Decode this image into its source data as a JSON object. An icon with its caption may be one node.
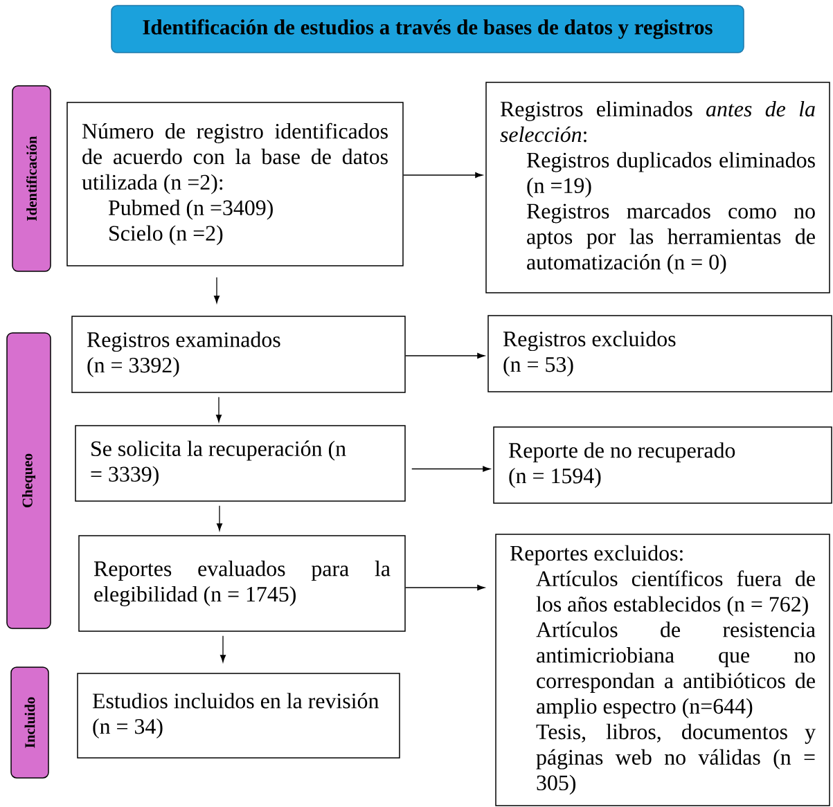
{
  "diagram": {
    "title": "Identificación de estudios a través de bases de datos y registros",
    "nodes": [
      {
        "text": [
          "Identificación"
        ]
      },
      {
        "text": [
          "Número de registro identificados de acuerdo con la base de datos utilizada (n =2):",
          "Pubmed (n =3409)",
          "Scielo (n =2)"
        ]
      },
      {
        "text": [
          "Registros eliminados *antes de la selección*:",
          "Registros duplicados eliminados (n =19)",
          "Registros marcados como no aptos por las herramientas de automatización (n = 0)"
        ]
      },
      {
        "text": [
          "Chequeo"
        ]
      },
      {
        "text": [
          "Registros examinados (n = 3392)"
        ]
      },
      {
        "text": [
          "Registros excluidos (n = 53)"
        ]
      },
      {
        "text": [
          "Se solicita la recuperación (n = 3339)"
        ]
      },
      {
        "text": [
          "Reporte de no recuperado (n = 1594)"
        ]
      },
      {
        "text": [
          "Reportes evaluados para la elegibilidad (n = 1745)"
        ]
      },
      {
        "text": [
          "Reportes excluidos:",
          "Artículos científicos fuera de los años establecidos (n = 762)",
          "Artículos de resistencia antimicriobiana que no correspondan a antibióticos de amplio espectro (n=644)",
          "Tesis, libros, documentos y páginas web no válidas (n = 305)"
        ]
      },
      {
        "text": [
          "Incluido"
        ]
      },
      {
        "text": [
          "Estudios incluidos en la revisión (n = 34)"
        ]
      }
    ],
    "edges": [
      {
        "from": 1,
        "to": 2,
        "arrow": "to"
      },
      {
        "from": 1,
        "to": 4,
        "arrow": "to"
      },
      {
        "from": 4,
        "to": 5,
        "arrow": "to"
      },
      {
        "from": 4,
        "to": 6,
        "arrow": "to"
      },
      {
        "from": 6,
        "to": 7,
        "arrow": "to"
      },
      {
        "from": 6,
        "to": 8,
        "arrow": "to"
      },
      {
        "from": 8,
        "to": 9,
        "arrow": "to"
      },
      {
        "from": 8,
        "to": 11,
        "arrow": "to"
      }
    ]
  }
}
